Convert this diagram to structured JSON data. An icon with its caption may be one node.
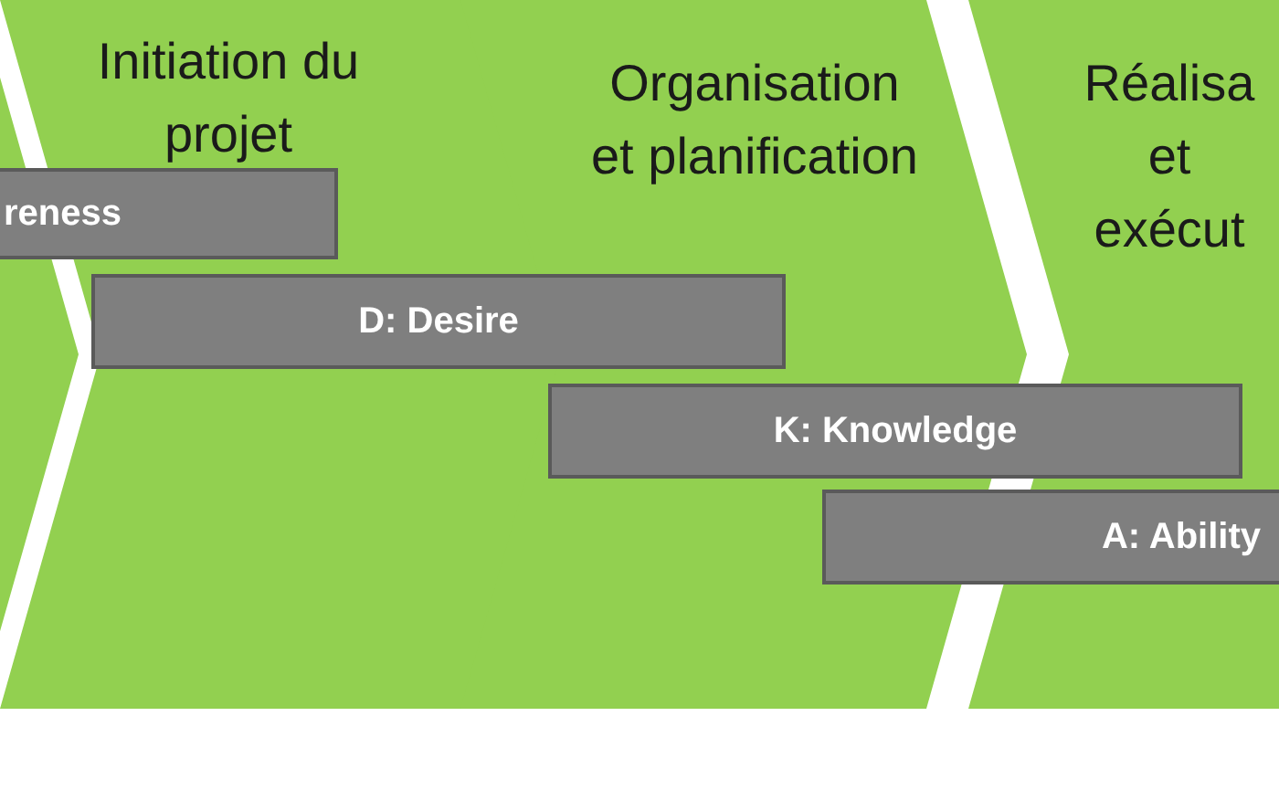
{
  "diagram": {
    "nodes": [
      {
        "text": [],
        "shape": "chevron"
      },
      {
        "text": [
          "Initiation du projet"
        ]
      },
      {
        "text": [
          "Organisation et planification"
        ]
      },
      {
        "text": [
          "Réalisa et exécut"
        ]
      },
      {
        "text": [
          "reness"
        ]
      },
      {
        "text": [
          "D: Desire"
        ]
      },
      {
        "text": [
          "K: Knowledge"
        ]
      },
      {
        "text": [
          "A: Ability"
        ]
      }
    ]
  }
}
